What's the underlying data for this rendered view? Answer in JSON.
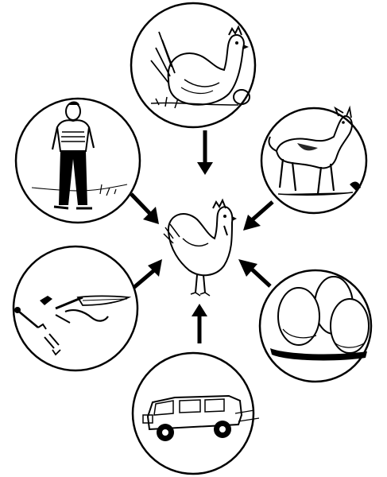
{
  "diagram": {
    "center": "hen-icon",
    "nodes": [
      {
        "key": "hen-with-egg",
        "icon": "hen-with-egg-icon"
      },
      {
        "key": "dog",
        "icon": "dog-icon"
      },
      {
        "key": "eggs",
        "icon": "eggs-icon"
      },
      {
        "key": "vehicle",
        "icon": "vehicle-icon"
      },
      {
        "key": "tools",
        "icon": "tools-icon"
      },
      {
        "key": "man",
        "icon": "man-icon"
      }
    ],
    "arrow_direction": "inward",
    "colors": {
      "ink": "#000000",
      "paper": "#ffffff"
    }
  }
}
